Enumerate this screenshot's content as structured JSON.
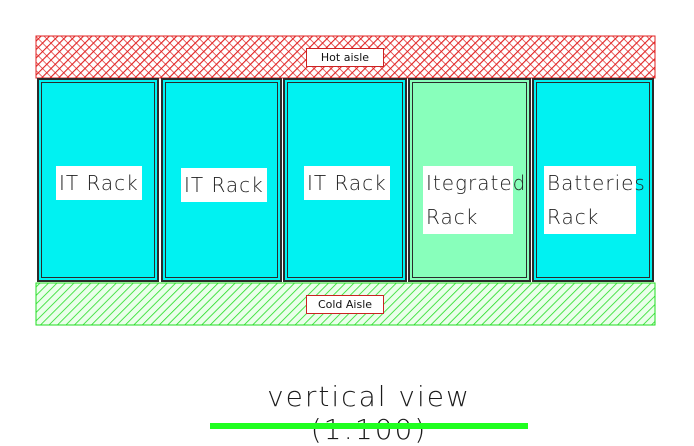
{
  "aisles": {
    "hot": {
      "label": "Hot aisle",
      "color": "#e02020"
    },
    "cold": {
      "label": "Cold Aisle",
      "color": "#22dd22"
    }
  },
  "racks": [
    {
      "label": "IT Rack",
      "color": "#00f2f2"
    },
    {
      "label": "IT Rack",
      "color": "#00f2f2"
    },
    {
      "label": "IT Rack",
      "color": "#00f2f2"
    },
    {
      "label": "Itegrated\nRack",
      "color": "#88ffbb"
    },
    {
      "label": "Batteries\nRack",
      "color": "#00f2f2"
    }
  ],
  "caption": "vertical view (1:100)",
  "underline_color": "#20ff20"
}
